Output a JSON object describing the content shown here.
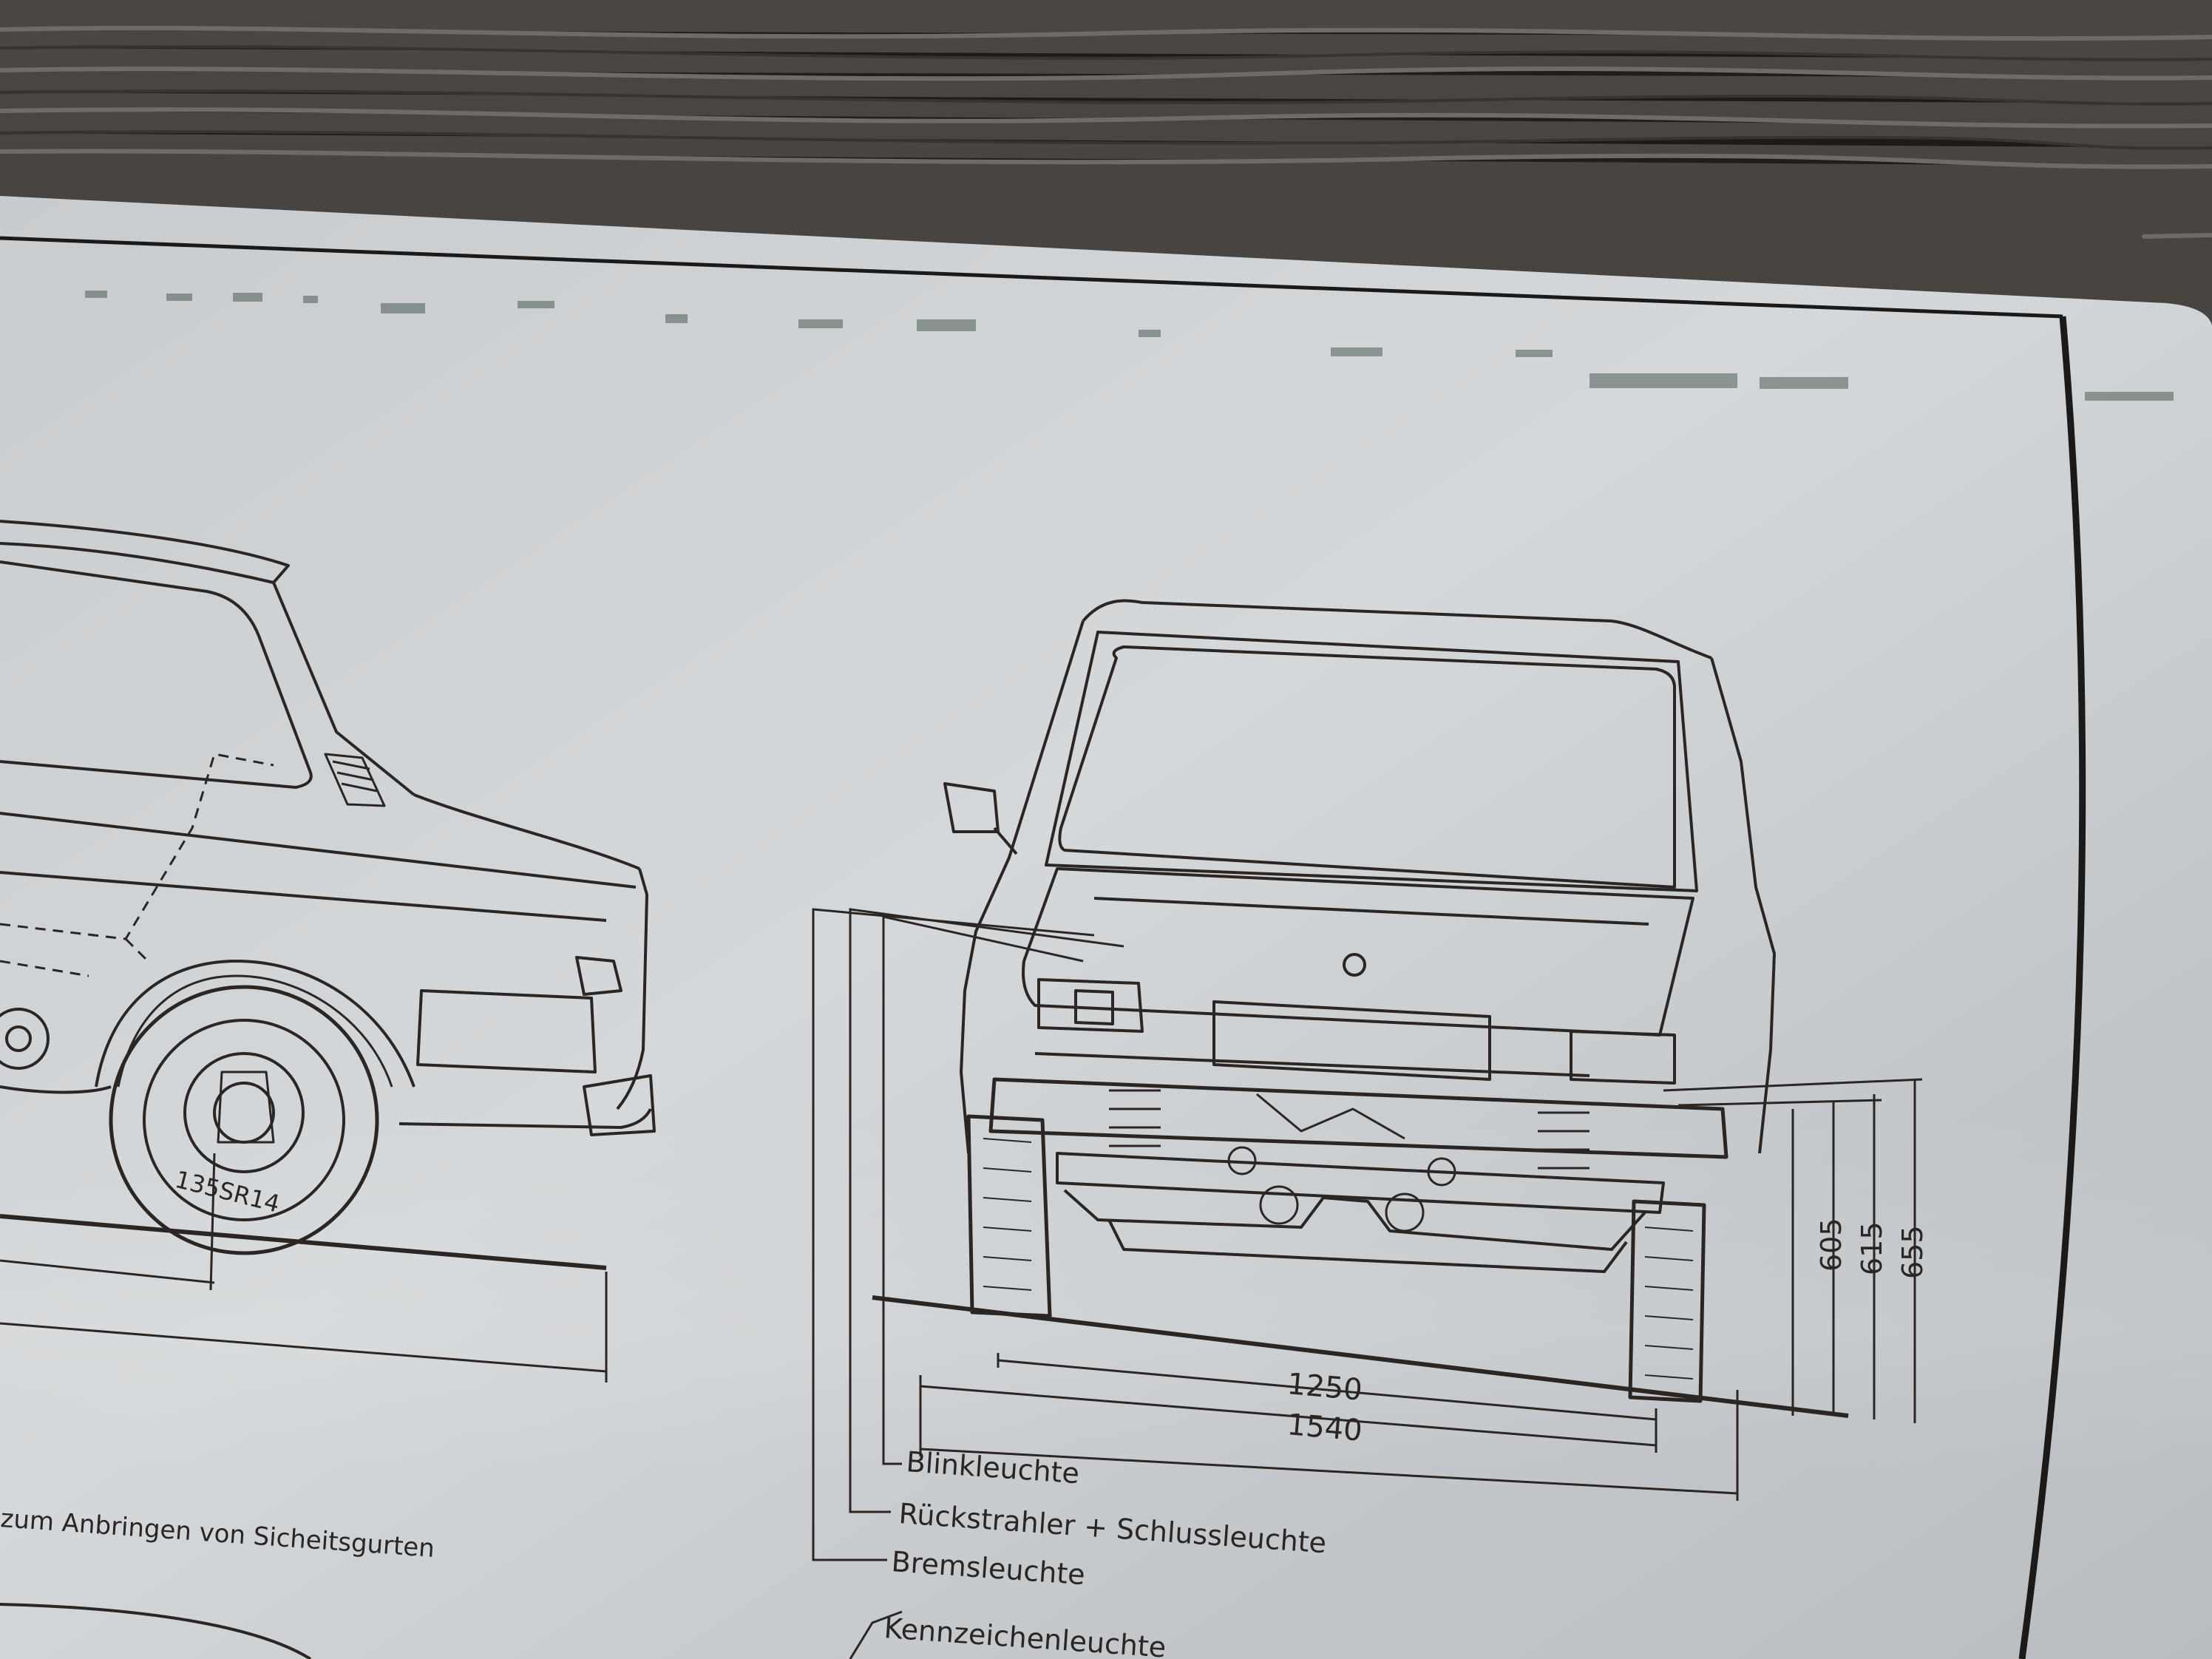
{
  "colors": {
    "wood_dark": "#3c3936",
    "wood_light": "#8a8580",
    "paper": "#cfd2d4",
    "ink": "#2b2623"
  },
  "drawing": {
    "tire_size": "135SR14",
    "dimensions": {
      "track_rear": "1250",
      "overall_width": "1540",
      "height_605": "605",
      "height_615": "615",
      "height_655": "655"
    },
    "callouts": {
      "blinkleuchte": "Blinkleuchte",
      "rueckstrahler": "Rückstrahler + Schlussleuchte",
      "bremsleuchte": "Bremsleuchte",
      "kennzeichenleuchte": "Kennzeichenleuchte"
    },
    "seatbelt_note": "zum Anbringen von Sicheitsgurten"
  }
}
